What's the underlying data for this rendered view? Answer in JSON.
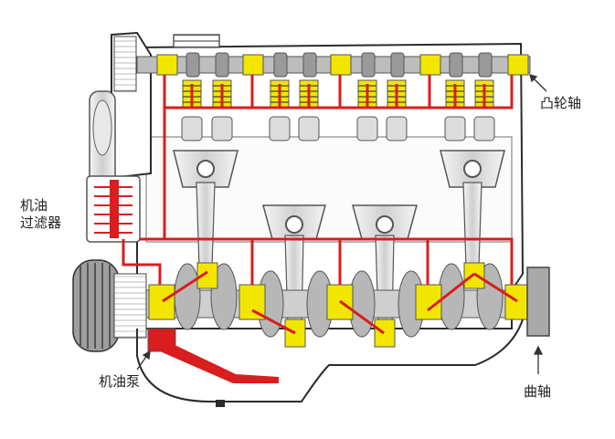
{
  "labels": {
    "camshaft": "凸轮轴",
    "oil_filter_line1": "机油",
    "oil_filter_line2": "过滤器",
    "oil_pump": "机油泵",
    "crankshaft": "曲轴"
  },
  "colors": {
    "oil_red": "#d81e1e",
    "bearing_yellow": "#f2e600",
    "metal_gray": "#a6a6a6",
    "outline": "#2b2b2b"
  }
}
